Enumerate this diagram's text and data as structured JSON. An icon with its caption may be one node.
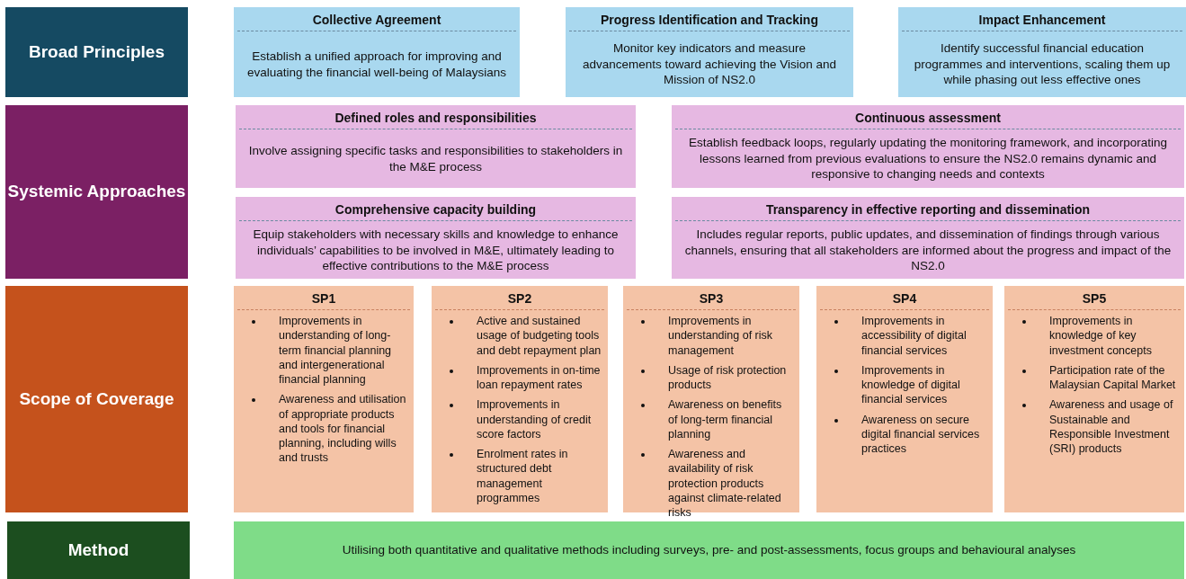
{
  "diagram": {
    "nodes": [
      {
        "text": [
          "Broad Principles"
        ]
      },
      {
        "text": [
          "Collective Agreement",
          "Establish a unified approach for improving and evaluating the financial well-being of Malaysians"
        ]
      },
      {
        "text": [
          "Progress Identification and Tracking",
          "Monitor key indicators and measure advancements toward achieving the Vision and Mission of NS2.0"
        ]
      },
      {
        "text": [
          "Impact Enhancement",
          "Identify successful financial education programmes and interventions, scaling them up while phasing out less effective ones"
        ]
      },
      {
        "text": [
          "Systemic Approaches"
        ]
      },
      {
        "text": [
          "Defined roles and responsibilities",
          "Involve assigning specific tasks and responsibilities to stakeholders in the M&E process"
        ]
      },
      {
        "text": [
          "Continuous assessment",
          "Establish feedback loops, regularly updating the monitoring framework, and incorporating lessons learned from previous evaluations to ensure the NS2.0 remains dynamic and responsive to changing needs and contexts"
        ]
      },
      {
        "text": [
          "Comprehensive capacity building",
          "Equip stakeholders with necessary skills and knowledge to enhance individuals’ capabilities to be involved in M&E, ultimately leading to effective contributions to the M&E process"
        ]
      },
      {
        "text": [
          "Transparency in effective reporting and dissemination",
          "Includes regular reports, public updates, and dissemination of findings through various channels, ensuring that all stakeholders are informed about the progress and impact of the NS2.0"
        ]
      },
      {
        "text": [
          "Scope of Coverage"
        ]
      },
      {
        "text": [
          "SP1",
          "Improvements in understanding of long-term financial planning and intergenerational financial planning",
          "Awareness and utilisation of appropriate products and tools for financial planning, including wills and trusts"
        ]
      },
      {
        "text": [
          "SP2",
          "Active and sustained usage of budgeting tools and debt repayment plan",
          "Improvements in on-time loan repayment rates",
          "Improvements in understanding of credit score factors",
          "Enrolment rates in structured debt management programmes"
        ]
      },
      {
        "text": [
          "SP3",
          "Improvements in understanding of risk management",
          "Usage of risk protection products",
          "Awareness on benefits of long-term financial planning",
          "Awareness and availability of risk protection products against climate-related risks"
        ]
      },
      {
        "text": [
          "SP4",
          "Improvements in accessibility of digital financial services",
          "Improvements in knowledge of digital financial services",
          "Awareness on secure digital financial services practices"
        ]
      },
      {
        "text": [
          "SP5",
          "Improvements in knowledge of key investment concepts",
          "Participation rate of the Malaysian Capital Market",
          "Awareness and usage of Sustainable and Responsible Investment (SRI) products"
        ]
      },
      {
        "text": [
          "Method"
        ]
      },
      {
        "text": [
          "Utilising both quantitative and qualitative methods including surveys, pre- and post-assessments, focus groups and behavioural analyses"
        ]
      }
    ]
  }
}
